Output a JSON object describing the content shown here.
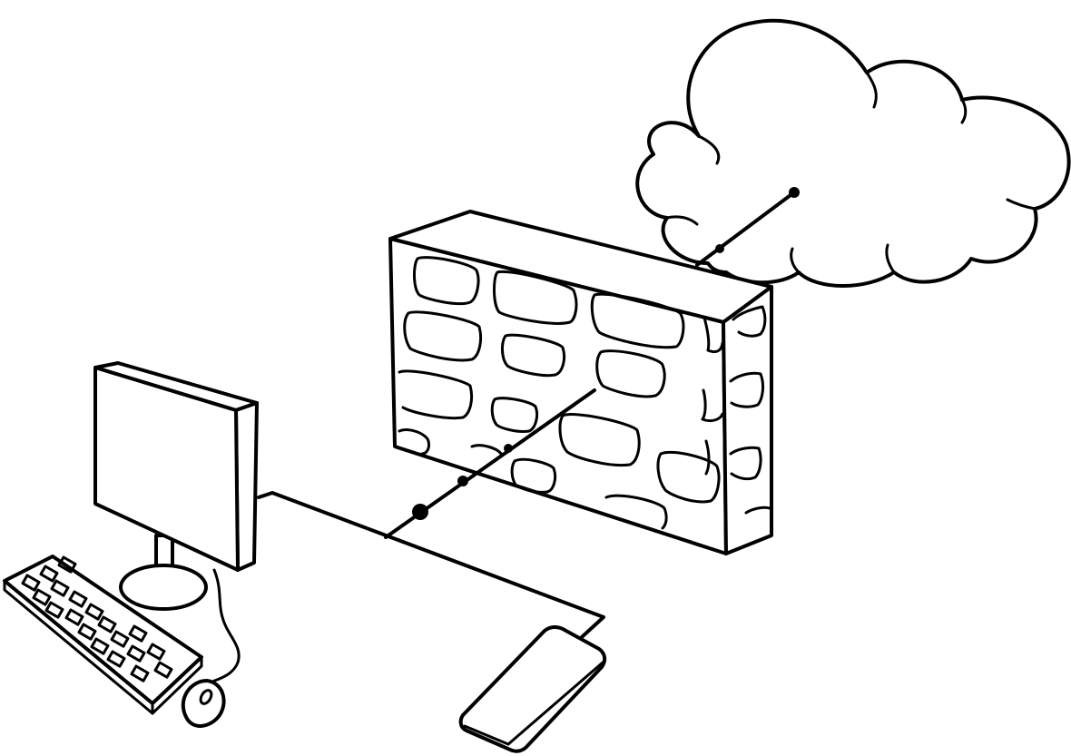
{
  "diagram": {
    "nodes": [
      {
        "id": "internet",
        "icon": "cloud-icon"
      },
      {
        "id": "firewall",
        "icon": "firewall-brick-wall-icon"
      },
      {
        "id": "workstation",
        "icon": "desktop-computer-icon"
      },
      {
        "id": "keyboard",
        "icon": "keyboard-icon"
      },
      {
        "id": "mouse",
        "icon": "mouse-icon"
      },
      {
        "id": "device",
        "icon": "network-device-icon"
      }
    ],
    "links": [
      {
        "from": "internet",
        "to": "firewall"
      },
      {
        "from": "firewall",
        "to": "workstation"
      },
      {
        "from": "workstation",
        "to": "device"
      },
      {
        "from": "workstation",
        "to": "mouse"
      }
    ],
    "colors": {
      "ink": "#000000",
      "background": "#ffffff"
    }
  }
}
